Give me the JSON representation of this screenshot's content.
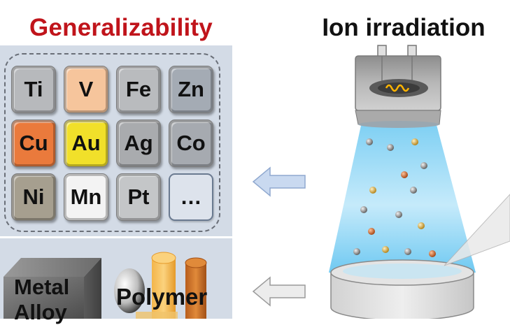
{
  "header": {
    "left_title": "Generalizability",
    "right_title": "Ion irradiation"
  },
  "elements": [
    {
      "symbol": "Ti",
      "color": "#b7b9bc"
    },
    {
      "symbol": "V",
      "color": "#f6c59c"
    },
    {
      "symbol": "Fe",
      "color": "#b9bbbe"
    },
    {
      "symbol": "Zn",
      "color": "#a4abb4"
    },
    {
      "symbol": "Cu",
      "color": "#ea7a3c"
    },
    {
      "symbol": "Au",
      "color": "#f1e02a"
    },
    {
      "symbol": "Ag",
      "color": "#a9abae"
    },
    {
      "symbol": "Co",
      "color": "#a6aab0"
    },
    {
      "symbol": "Ni",
      "color": "#a69f8f"
    },
    {
      "symbol": "Mn",
      "color": "#f3f3f3"
    },
    {
      "symbol": "Pt",
      "color": "#c4c6c8"
    },
    {
      "symbol": "…",
      "color": "#dde3ec"
    }
  ],
  "materials": {
    "metal_line1": "Metal",
    "metal_line2": "Alloy",
    "polymer": "Polymer"
  },
  "colors": {
    "accent_red": "#c0141b",
    "beam_blue": "#7fd3f5",
    "arrow_blue": "#c9d9f0",
    "arrow_gray": "#e6e6e6"
  }
}
